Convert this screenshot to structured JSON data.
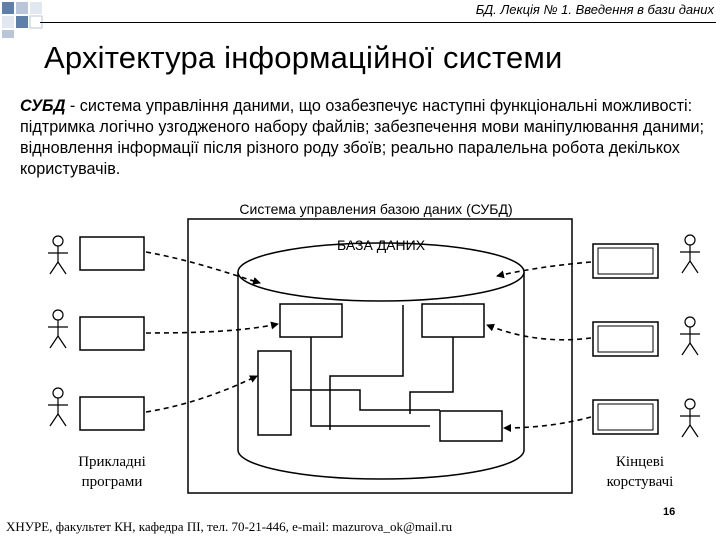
{
  "header": {
    "caption": "БД. Лекція № 1. Введення в бази даних"
  },
  "slide": {
    "title": "Архітектура інформаційної системи",
    "intro_term": "СУБД",
    "intro_text": " - система управління даними, що озабезпечує наступні функціональні можливості: підтримка логічно узгодженого набору файлів; забезпечення мови маніпулювання даними; відновлення інформації після різного роду збоїв; реально паралельна робота декількох користувачів."
  },
  "diagram": {
    "system_label": "Система управления базою даних (СУБД)",
    "database_label": "БАЗА ДАНИХ",
    "left_group_line1": "Прикладні",
    "left_group_line2": "програми",
    "right_group_line1": "Кінцеві",
    "right_group_line2": "корстувачі"
  },
  "footer": {
    "text": "ХНУРЕ, факультет КН, кафедра ПІ, тел. 70-21-446, e-mail: mazurova_ok@mail.ru",
    "page_number": "16"
  }
}
